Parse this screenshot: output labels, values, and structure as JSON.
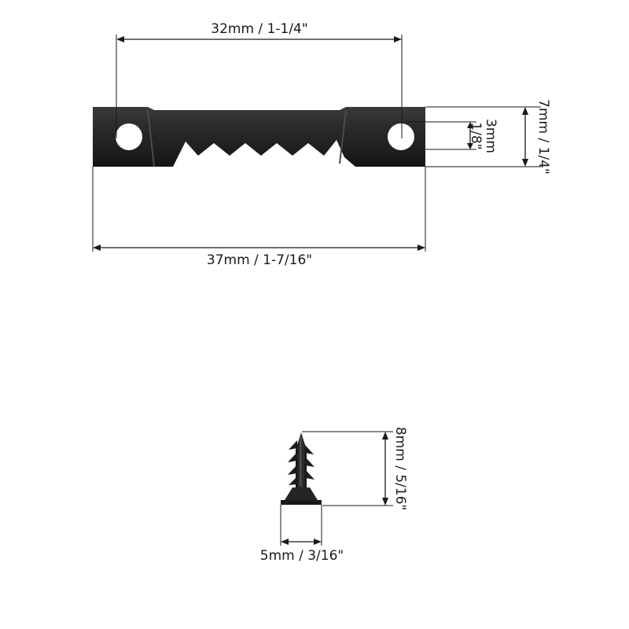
{
  "hanger": {
    "width_label": "37mm / 1-7/16\"",
    "hole_spacing_label": "32mm / 1-1/4\"",
    "height_label": "7mm / 1/4\"",
    "hole_mm_label": "3mm",
    "hole_in_label": "1/8\""
  },
  "screw": {
    "length_label": "8mm / 5/16\"",
    "head_label": "5mm / 3/16\""
  },
  "colors": {
    "metal": "#1e1e1e",
    "metal_highlight": "#3a3a3a",
    "dimension_line": "#1a1a1a",
    "background": "#ffffff"
  }
}
